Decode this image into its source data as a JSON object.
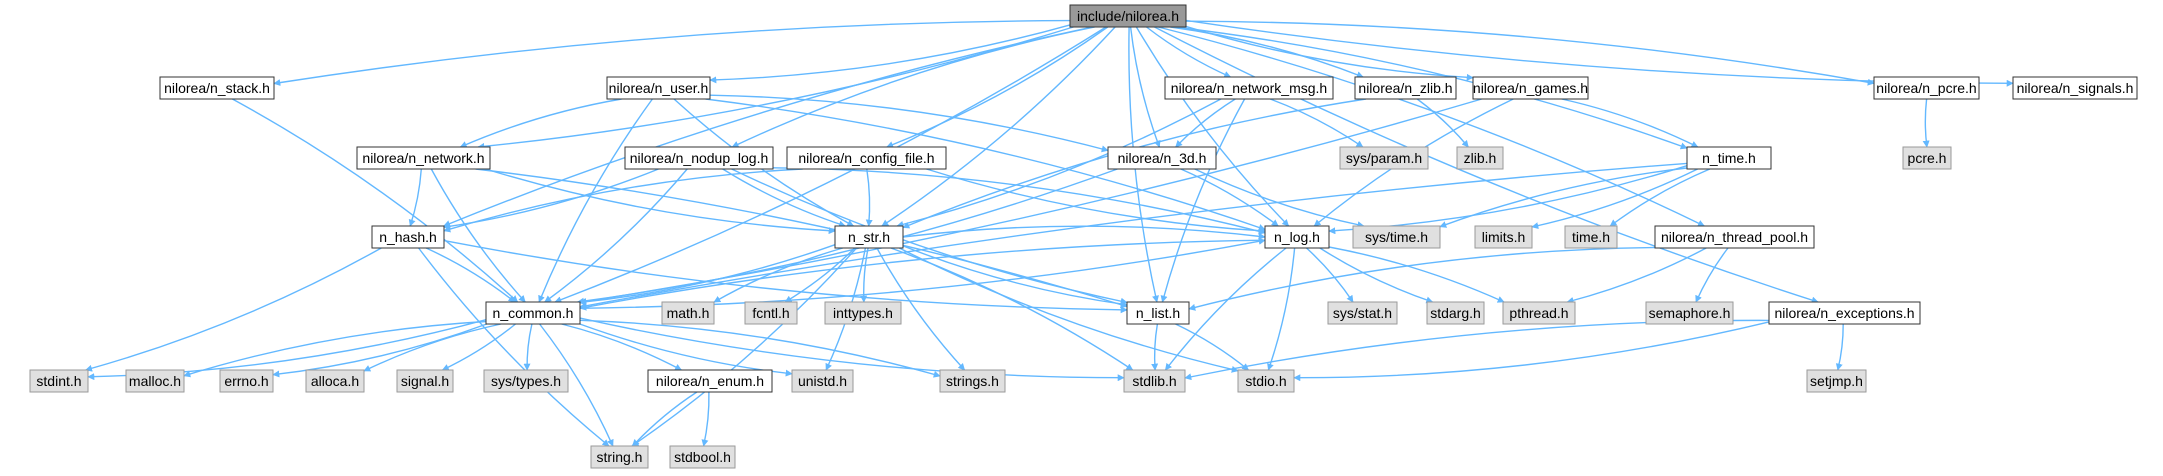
{
  "colors": {
    "root_fill": "#999999",
    "project_fill": "#ffffff",
    "system_fill": "#e0e0e0",
    "system_stroke": "#999999",
    "node_stroke": "#333333",
    "edge": "#63b8ff"
  },
  "graph": {
    "nodes": [
      {
        "id": "nilorea_h",
        "label": "include/nilorea.h",
        "kind": "root"
      },
      {
        "id": "n_stack",
        "label": "nilorea/n_stack.h",
        "kind": "project"
      },
      {
        "id": "n_user",
        "label": "nilorea/n_user.h",
        "kind": "project"
      },
      {
        "id": "n_network_msg",
        "label": "nilorea/n_network_msg.h",
        "kind": "project"
      },
      {
        "id": "n_zlib",
        "label": "nilorea/n_zlib.h",
        "kind": "project"
      },
      {
        "id": "n_games",
        "label": "nilorea/n_games.h",
        "kind": "project"
      },
      {
        "id": "n_pcre",
        "label": "nilorea/n_pcre.h",
        "kind": "project"
      },
      {
        "id": "n_signals",
        "label": "nilorea/n_signals.h",
        "kind": "project"
      },
      {
        "id": "n_network",
        "label": "nilorea/n_network.h",
        "kind": "project"
      },
      {
        "id": "n_nodup_log",
        "label": "nilorea/n_nodup_log.h",
        "kind": "project"
      },
      {
        "id": "n_config_file",
        "label": "nilorea/n_config_file.h",
        "kind": "project"
      },
      {
        "id": "n_3d",
        "label": "nilorea/n_3d.h",
        "kind": "project"
      },
      {
        "id": "n_time",
        "label": "n_time.h",
        "kind": "project"
      },
      {
        "id": "n_hash",
        "label": "n_hash.h",
        "kind": "project"
      },
      {
        "id": "n_str",
        "label": "n_str.h",
        "kind": "project"
      },
      {
        "id": "n_log",
        "label": "n_log.h",
        "kind": "project"
      },
      {
        "id": "n_thread_pool",
        "label": "nilorea/n_thread_pool.h",
        "kind": "project"
      },
      {
        "id": "n_exceptions",
        "label": "nilorea/n_exceptions.h",
        "kind": "project"
      },
      {
        "id": "n_common",
        "label": "n_common.h",
        "kind": "project"
      },
      {
        "id": "n_list",
        "label": "n_list.h",
        "kind": "project"
      },
      {
        "id": "n_enum",
        "label": "nilorea/n_enum.h",
        "kind": "project"
      },
      {
        "id": "sys_param",
        "label": "sys/param.h",
        "kind": "system"
      },
      {
        "id": "zlib",
        "label": "zlib.h",
        "kind": "system"
      },
      {
        "id": "pcre",
        "label": "pcre.h",
        "kind": "system"
      },
      {
        "id": "sys_time",
        "label": "sys/time.h",
        "kind": "system"
      },
      {
        "id": "limits",
        "label": "limits.h",
        "kind": "system"
      },
      {
        "id": "time_h",
        "label": "time.h",
        "kind": "system"
      },
      {
        "id": "math",
        "label": "math.h",
        "kind": "system"
      },
      {
        "id": "fcntl",
        "label": "fcntl.h",
        "kind": "system"
      },
      {
        "id": "inttypes",
        "label": "inttypes.h",
        "kind": "system"
      },
      {
        "id": "sys_stat",
        "label": "sys/stat.h",
        "kind": "system"
      },
      {
        "id": "stdarg",
        "label": "stdarg.h",
        "kind": "system"
      },
      {
        "id": "pthread",
        "label": "pthread.h",
        "kind": "system"
      },
      {
        "id": "semaphore",
        "label": "semaphore.h",
        "kind": "system"
      },
      {
        "id": "stdint",
        "label": "stdint.h",
        "kind": "system"
      },
      {
        "id": "malloc",
        "label": "malloc.h",
        "kind": "system"
      },
      {
        "id": "errno",
        "label": "errno.h",
        "kind": "system"
      },
      {
        "id": "alloca",
        "label": "alloca.h",
        "kind": "system"
      },
      {
        "id": "signal",
        "label": "signal.h",
        "kind": "system"
      },
      {
        "id": "sys_types",
        "label": "sys/types.h",
        "kind": "system"
      },
      {
        "id": "unistd",
        "label": "unistd.h",
        "kind": "system"
      },
      {
        "id": "strings",
        "label": "strings.h",
        "kind": "system"
      },
      {
        "id": "stdlib",
        "label": "stdlib.h",
        "kind": "system"
      },
      {
        "id": "stdio",
        "label": "stdio.h",
        "kind": "system"
      },
      {
        "id": "setjmp",
        "label": "setjmp.h",
        "kind": "system"
      },
      {
        "id": "string_h",
        "label": "string.h",
        "kind": "system"
      },
      {
        "id": "stdbool",
        "label": "stdbool.h",
        "kind": "system"
      }
    ],
    "edges": [
      [
        "nilorea_h",
        "n_stack"
      ],
      [
        "nilorea_h",
        "n_user"
      ],
      [
        "nilorea_h",
        "n_network_msg"
      ],
      [
        "nilorea_h",
        "n_zlib"
      ],
      [
        "nilorea_h",
        "n_games"
      ],
      [
        "nilorea_h",
        "n_pcre"
      ],
      [
        "nilorea_h",
        "n_signals"
      ],
      [
        "nilorea_h",
        "n_network"
      ],
      [
        "nilorea_h",
        "n_nodup_log"
      ],
      [
        "nilorea_h",
        "n_config_file"
      ],
      [
        "nilorea_h",
        "n_3d"
      ],
      [
        "nilorea_h",
        "n_time"
      ],
      [
        "nilorea_h",
        "n_hash"
      ],
      [
        "nilorea_h",
        "n_str"
      ],
      [
        "nilorea_h",
        "n_log"
      ],
      [
        "nilorea_h",
        "n_thread_pool"
      ],
      [
        "nilorea_h",
        "n_exceptions"
      ],
      [
        "nilorea_h",
        "n_common"
      ],
      [
        "nilorea_h",
        "n_list"
      ],
      [
        "n_stack",
        "n_common"
      ],
      [
        "n_user",
        "n_network"
      ],
      [
        "n_user",
        "n_3d"
      ],
      [
        "n_user",
        "n_str"
      ],
      [
        "n_user",
        "n_log"
      ],
      [
        "n_user",
        "n_common"
      ],
      [
        "n_network_msg",
        "sys_param"
      ],
      [
        "n_network_msg",
        "n_3d"
      ],
      [
        "n_network_msg",
        "n_str"
      ],
      [
        "n_network_msg",
        "n_list"
      ],
      [
        "n_zlib",
        "zlib"
      ],
      [
        "n_zlib",
        "n_str"
      ],
      [
        "n_games",
        "n_time"
      ],
      [
        "n_games",
        "n_log"
      ],
      [
        "n_games",
        "n_common"
      ],
      [
        "n_pcre",
        "pcre"
      ],
      [
        "n_network",
        "n_hash"
      ],
      [
        "n_network",
        "n_str"
      ],
      [
        "n_network",
        "n_list"
      ],
      [
        "n_network",
        "n_common"
      ],
      [
        "n_nodup_log",
        "n_hash"
      ],
      [
        "n_nodup_log",
        "n_str"
      ],
      [
        "n_nodup_log",
        "n_log"
      ],
      [
        "n_nodup_log",
        "n_list"
      ],
      [
        "n_nodup_log",
        "n_common"
      ],
      [
        "n_config_file",
        "n_hash"
      ],
      [
        "n_config_file",
        "n_str"
      ],
      [
        "n_config_file",
        "n_log"
      ],
      [
        "n_3d",
        "n_log"
      ],
      [
        "n_3d",
        "sys_time"
      ],
      [
        "n_3d",
        "n_common"
      ],
      [
        "n_time",
        "sys_time"
      ],
      [
        "n_time",
        "limits"
      ],
      [
        "n_time",
        "time_h"
      ],
      [
        "n_time",
        "n_log"
      ],
      [
        "n_time",
        "n_common"
      ],
      [
        "n_hash",
        "n_common"
      ],
      [
        "n_hash",
        "n_list"
      ],
      [
        "n_hash",
        "stdint"
      ],
      [
        "n_hash",
        "string_h"
      ],
      [
        "n_str",
        "n_common"
      ],
      [
        "n_str",
        "n_list"
      ],
      [
        "n_str",
        "n_log"
      ],
      [
        "n_str",
        "math"
      ],
      [
        "n_str",
        "fcntl"
      ],
      [
        "n_str",
        "inttypes"
      ],
      [
        "n_str",
        "unistd"
      ],
      [
        "n_str",
        "strings"
      ],
      [
        "n_str",
        "stdlib"
      ],
      [
        "n_str",
        "stdio"
      ],
      [
        "n_str",
        "string_h"
      ],
      [
        "n_log",
        "n_common"
      ],
      [
        "n_log",
        "sys_stat"
      ],
      [
        "n_log",
        "stdarg"
      ],
      [
        "n_log",
        "pthread"
      ],
      [
        "n_log",
        "stdlib"
      ],
      [
        "n_log",
        "stdio"
      ],
      [
        "n_thread_pool",
        "n_list"
      ],
      [
        "n_thread_pool",
        "pthread"
      ],
      [
        "n_thread_pool",
        "semaphore"
      ],
      [
        "n_exceptions",
        "setjmp"
      ],
      [
        "n_exceptions",
        "stdlib"
      ],
      [
        "n_exceptions",
        "stdio"
      ],
      [
        "n_common",
        "n_log"
      ],
      [
        "n_common",
        "stdint"
      ],
      [
        "n_common",
        "malloc"
      ],
      [
        "n_common",
        "errno"
      ],
      [
        "n_common",
        "alloca"
      ],
      [
        "n_common",
        "signal"
      ],
      [
        "n_common",
        "sys_types"
      ],
      [
        "n_common",
        "n_enum"
      ],
      [
        "n_common",
        "unistd"
      ],
      [
        "n_common",
        "strings"
      ],
      [
        "n_common",
        "stdlib"
      ],
      [
        "n_common",
        "string_h"
      ],
      [
        "n_list",
        "stdlib"
      ],
      [
        "n_list",
        "stdio"
      ],
      [
        "n_enum",
        "string_h"
      ],
      [
        "n_enum",
        "stdbool"
      ]
    ]
  }
}
